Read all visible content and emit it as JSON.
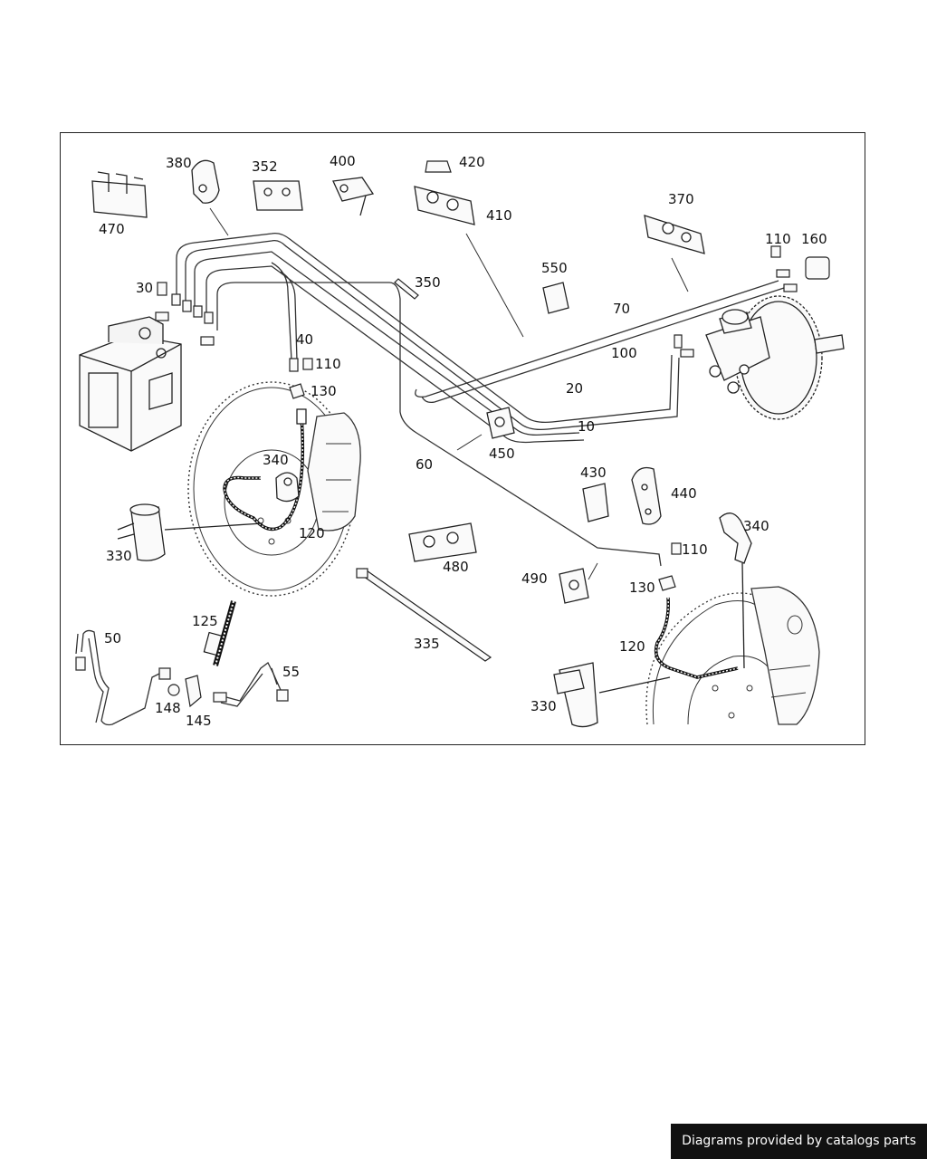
{
  "credit": "Diagrams provided by catalogs parts",
  "labels": {
    "p10": "10",
    "p20": "20",
    "p30": "30",
    "p40": "40",
    "p50": "50",
    "p55": "55",
    "p60": "60",
    "p70": "70",
    "p100": "100",
    "p110": "110",
    "p120": "120",
    "p125": "125",
    "p130": "130",
    "p145": "145",
    "p148": "148",
    "p160": "160",
    "p330": "330",
    "p335": "335",
    "p340": "340",
    "p350": "350",
    "p352": "352",
    "p370": "370",
    "p380": "380",
    "p400": "400",
    "p410": "410",
    "p420": "420",
    "p430": "430",
    "p440": "440",
    "p450": "450",
    "p470": "470",
    "p480": "480",
    "p490": "490",
    "p550": "550"
  }
}
